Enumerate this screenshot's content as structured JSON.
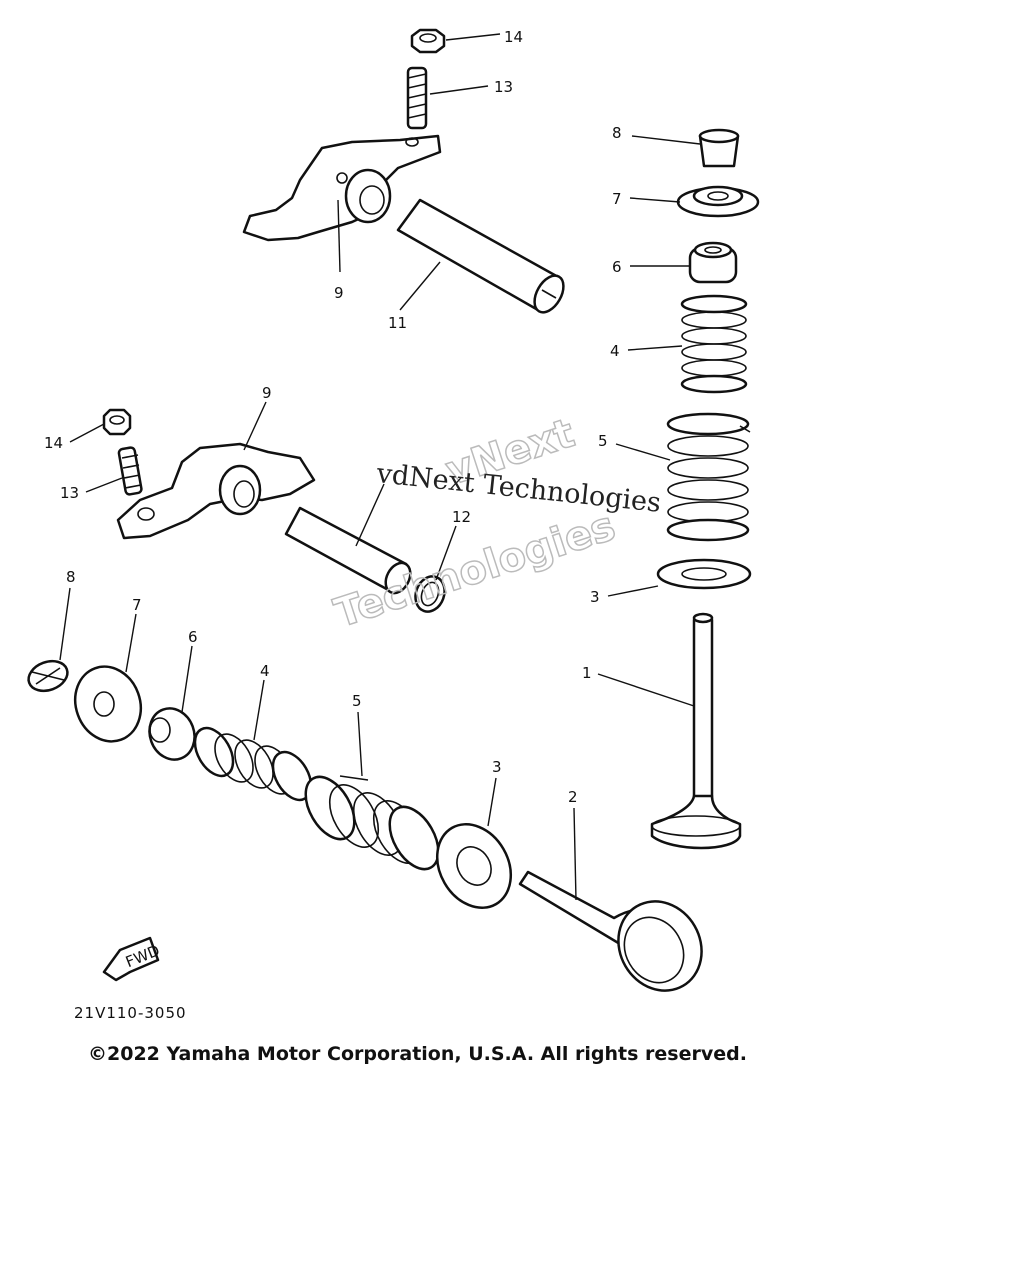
{
  "part_labels": {
    "upper_14": "14",
    "upper_13": "13",
    "upper_9": "9",
    "upper_11": "11",
    "right_8": "8",
    "right_7": "7",
    "right_6": "6",
    "right_4": "4",
    "right_5": "5",
    "right_3": "3",
    "right_1": "1",
    "mid_9": "9",
    "mid_14": "14",
    "mid_13": "13",
    "mid_12": "12",
    "low_8": "8",
    "low_7": "7",
    "low_6": "6",
    "low_4": "4",
    "low_5": "5",
    "low_3": "3",
    "low_2": "2"
  },
  "fwd_marker": "FWD",
  "diagram_code": "21V110-3050",
  "copyright": "©2022 Yamaha Motor Corporation, U.S.A. All rights reserved.",
  "watermark": {
    "line1": "vdNext Technologies",
    "line2a": "vNext",
    "line2b": "Technologies"
  }
}
